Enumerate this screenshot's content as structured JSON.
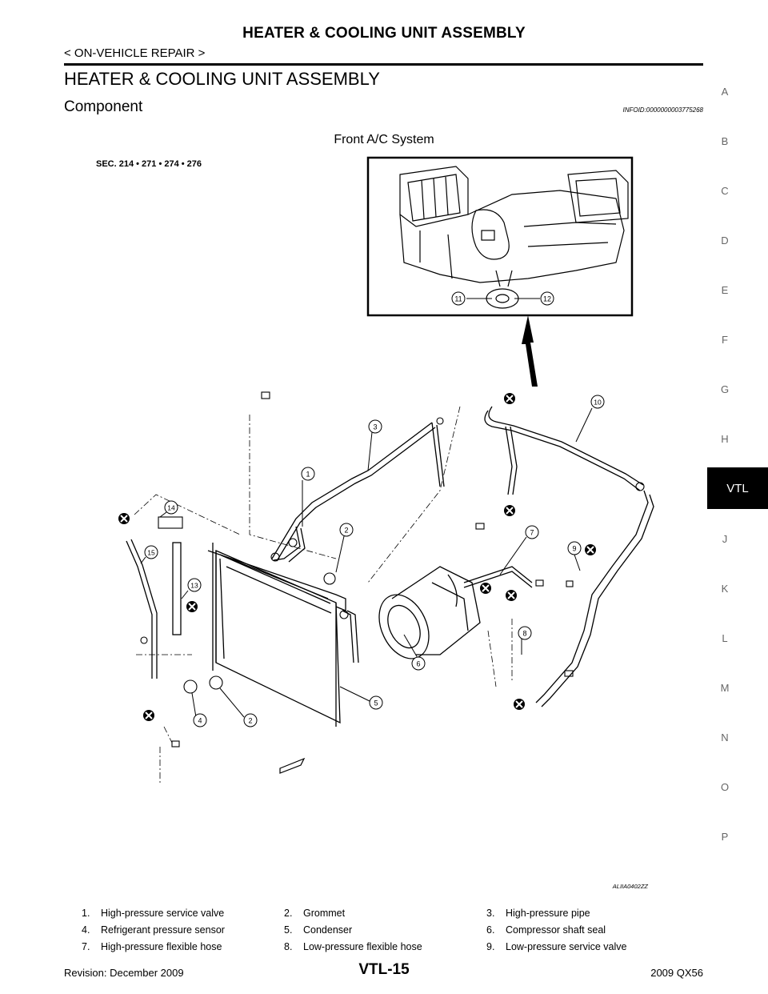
{
  "header": {
    "title": "HEATER & COOLING UNIT ASSEMBLY",
    "subtitle": "< ON-VEHICLE REPAIR >"
  },
  "section": {
    "title": "HEATER & COOLING UNIT ASSEMBLY",
    "subtitle": "Component",
    "info_id": "INFOID:0000000003775268"
  },
  "figure": {
    "title": "Front A/C System",
    "sec_label": "SEC. 214 • 271 • 274 • 276",
    "code": "ALIIA0402ZZ",
    "callouts": [
      "1",
      "2",
      "3",
      "4",
      "5",
      "6",
      "7",
      "8",
      "9",
      "10",
      "11",
      "12",
      "13",
      "14",
      "15"
    ]
  },
  "side_index": [
    "A",
    "B",
    "C",
    "D",
    "E",
    "F",
    "G",
    "H",
    "VTL",
    "J",
    "K",
    "L",
    "M",
    "N",
    "O",
    "P"
  ],
  "legend": [
    [
      {
        "num": "1.",
        "text": "High-pressure service valve"
      },
      {
        "num": "2.",
        "text": "Grommet"
      },
      {
        "num": "3.",
        "text": "High-pressure pipe"
      }
    ],
    [
      {
        "num": "4.",
        "text": "Refrigerant pressure sensor"
      },
      {
        "num": "5.",
        "text": "Condenser"
      },
      {
        "num": "6.",
        "text": "Compressor shaft seal"
      }
    ],
    [
      {
        "num": "7.",
        "text": "High-pressure flexible hose"
      },
      {
        "num": "8.",
        "text": "Low-pressure flexible hose"
      },
      {
        "num": "9.",
        "text": "Low-pressure service valve"
      }
    ]
  ],
  "footer": {
    "revision": "Revision: December 2009",
    "page": "VTL-15",
    "model": "2009 QX56"
  }
}
